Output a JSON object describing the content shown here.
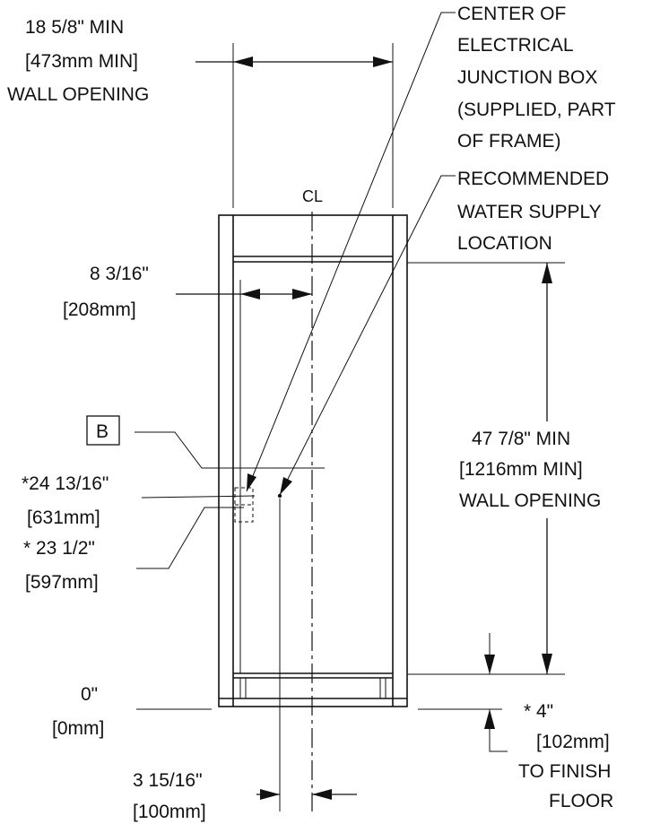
{
  "colors": {
    "ink": "#111111",
    "background": "#ffffff"
  },
  "labels": {
    "width_1": "18 5/8\" MIN",
    "width_2": "[473mm MIN]",
    "width_3": "WALL OPENING",
    "elec_1": "CENTER OF",
    "elec_2": "ELECTRICAL",
    "elec_3": "JUNCTION BOX",
    "elec_4": "(SUPPLIED, PART",
    "elec_5": "OF FRAME)",
    "water_1": "RECOMMENDED",
    "water_2": "WATER SUPPLY",
    "water_3": "LOCATION",
    "centerline": "CL",
    "offset_1": "8 3/16\"",
    "offset_2": "[208mm]",
    "tag_b": "B",
    "elev_a_1": "*24 13/16\"",
    "elev_a_2": "[631mm]",
    "elev_b_1": "*  23 1/2\"",
    "elev_b_2": "[597mm]",
    "height_1": "47 7/8\" MIN",
    "height_2": "[1216mm MIN]",
    "height_3": "WALL OPENING",
    "zero_1": "0\"",
    "zero_2": "[0mm]",
    "floor_1": "*      4\"",
    "floor_2": "[102mm]",
    "floor_3": "TO FINISH",
    "floor_4": "FLOOR",
    "bottom_1": "3 15/16\"",
    "bottom_2": "[100mm]"
  }
}
